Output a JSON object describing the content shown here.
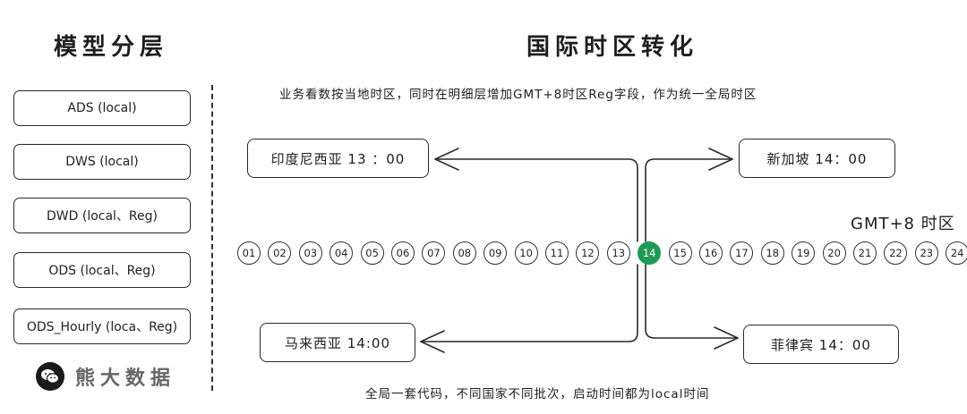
{
  "left_title": "模型分层",
  "right_title": "国际时区转化",
  "layers": [
    {
      "label": "ADS (local)"
    },
    {
      "label": "DWS (local)"
    },
    {
      "label": "DWD (local、Reg)"
    },
    {
      "label": "ODS (local、Reg)"
    },
    {
      "label": "ODS_Hourly (loca、Reg)"
    }
  ],
  "brand": {
    "text": "熊大数据",
    "icon": "wechat-icon"
  },
  "caption_top": "业务看数按当地时区，同时在明细层增加GMT+8时区Reg字段，作为统一全局时区",
  "caption_bottom": "全局一套代码，不同国家不同批次，启动时间都为local时间",
  "timezones": {
    "india": "印度尼西亚 13 ：00",
    "singapore": "新加坡 14：00",
    "malaysia": "马来西亚 14:00",
    "philippines": "菲律宾 14：00"
  },
  "gmt_label": "GMT+8 时区",
  "hours": [
    "01",
    "02",
    "03",
    "04",
    "05",
    "06",
    "07",
    "08",
    "09",
    "10",
    "11",
    "12",
    "13",
    "14",
    "15",
    "16",
    "17",
    "18",
    "19",
    "20",
    "21",
    "22",
    "23",
    "24"
  ],
  "active_hour": "14",
  "colors": {
    "active": "#1f9a55",
    "stroke": "#2a2a2a"
  }
}
